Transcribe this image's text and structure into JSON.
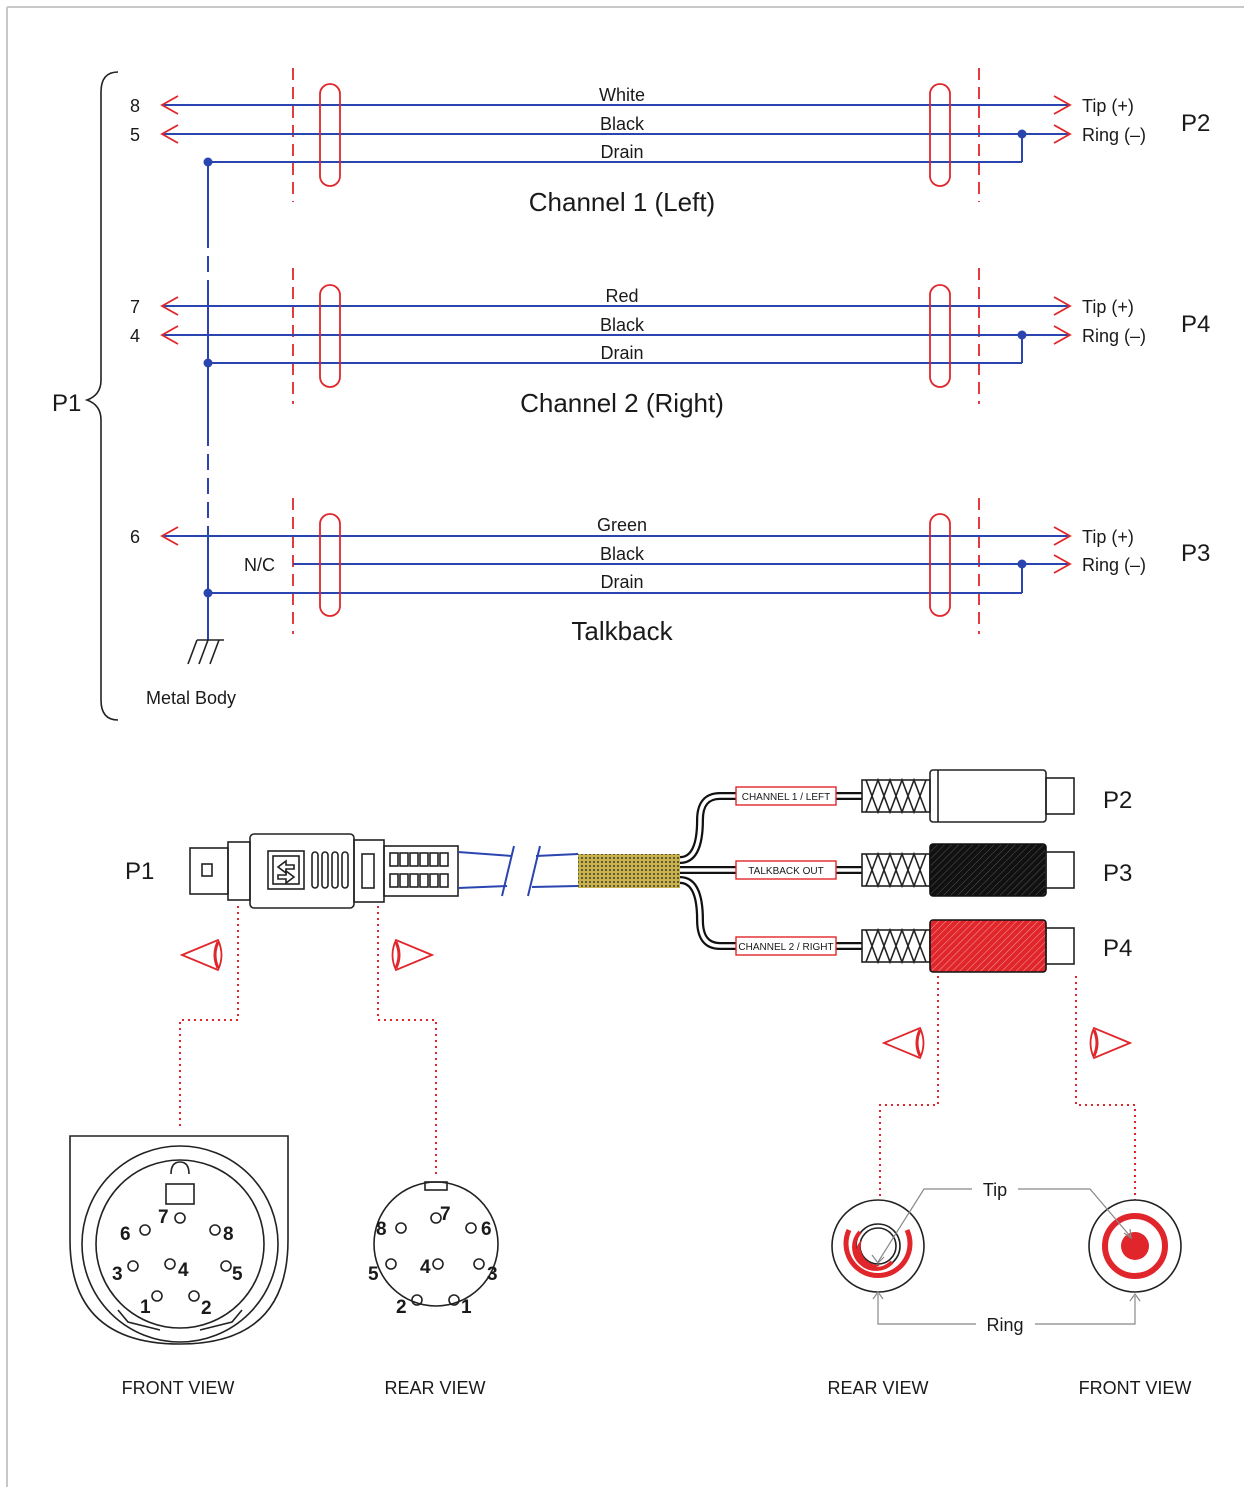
{
  "colors": {
    "wire": "#2b45b0",
    "accent": "#e0262b",
    "frame": "#c8c8c8"
  },
  "schematic": {
    "p1_label": "P1",
    "ground_label": "Metal Body",
    "nc_label": "N/C",
    "channels": [
      {
        "name": "Channel 1 (Left)",
        "connector": "P2",
        "pin_signal": "8",
        "pin_return": "5",
        "wire_signal": "White",
        "wire_return": "Black",
        "wire_drain": "Drain",
        "tip": "Tip (+)",
        "ring": "Ring (–)"
      },
      {
        "name": "Channel 2 (Right)",
        "connector": "P4",
        "pin_signal": "7",
        "pin_return": "4",
        "wire_signal": "Red",
        "wire_return": "Black",
        "wire_drain": "Drain",
        "tip": "Tip (+)",
        "ring": "Ring (–)"
      },
      {
        "name": "Talkback",
        "connector": "P3",
        "pin_signal": "6",
        "pin_return": "",
        "wire_signal": "Green",
        "wire_return": "Black",
        "wire_drain": "Drain",
        "tip": "Tip (+)",
        "ring": "Ring (–)"
      }
    ]
  },
  "cable": {
    "p1": "P1",
    "p2": "P2",
    "p3": "P3",
    "p4": "P4",
    "tag_ch1": "CHANNEL 1 / LEFT",
    "tag_talkback": "TALKBACK OUT",
    "tag_ch2": "CHANNEL 2 / RIGHT"
  },
  "views": {
    "din_front": {
      "caption": "FRONT VIEW",
      "pins": [
        "6",
        "7",
        "8",
        "3",
        "4",
        "5",
        "1",
        "2"
      ]
    },
    "din_rear": {
      "caption": "REAR VIEW",
      "pins": [
        "8",
        "7",
        "6",
        "5",
        "4",
        "3",
        "2",
        "1"
      ]
    },
    "rca_rear": {
      "caption": "REAR VIEW"
    },
    "rca_front": {
      "caption": "FRONT VIEW"
    },
    "tip_label": "Tip",
    "ring_label": "Ring"
  }
}
